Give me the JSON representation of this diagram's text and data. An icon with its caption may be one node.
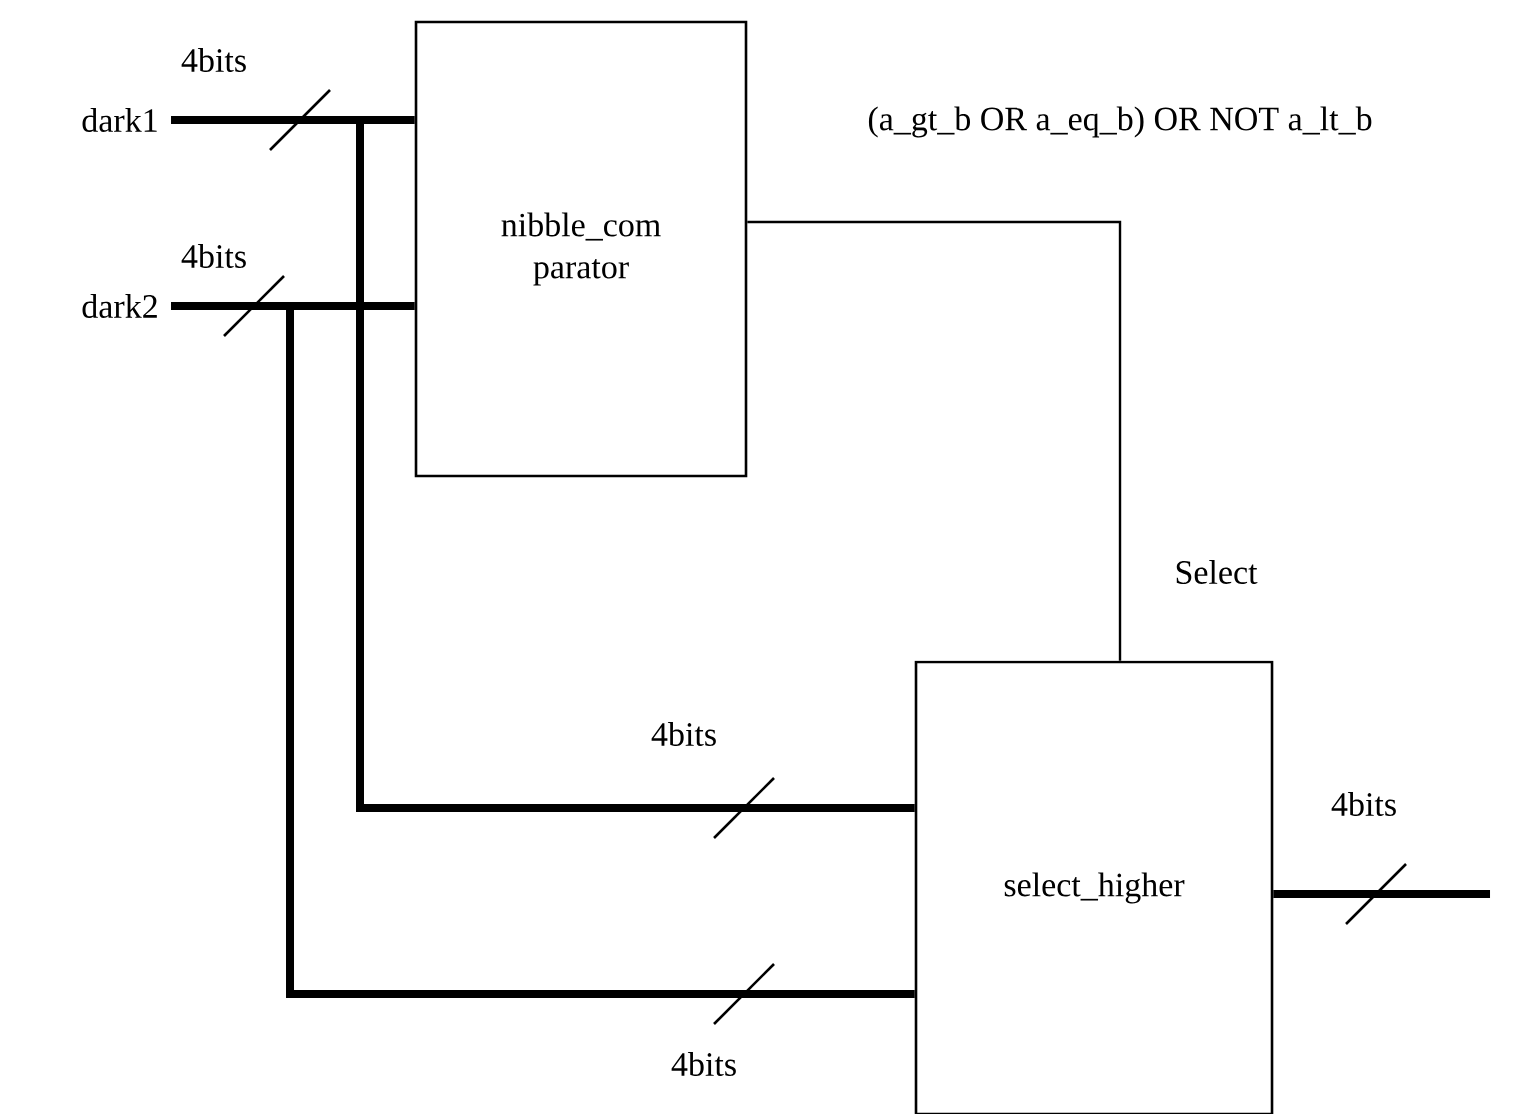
{
  "diagram": {
    "nodes": [
      {
        "text": [
          "dark1"
        ]
      },
      {
        "text": [
          "dark2"
        ]
      },
      {
        "text": [
          "nibble_com parator"
        ]
      },
      {
        "text": [
          "select_higher"
        ]
      }
    ],
    "edges": [
      {
        "from": 0,
        "to": 2,
        "arrow": "none"
      },
      {
        "from": 0,
        "to": 3,
        "arrow": "none"
      },
      {
        "from": 1,
        "to": 2,
        "arrow": "none"
      },
      {
        "from": 1,
        "to": 3,
        "arrow": "none"
      },
      {
        "from": 2,
        "to": 3,
        "arrow": "none",
        "label": "(a_gt_b OR a_eq_b) OR NOT a_lt_b"
      },
      {
        "from": 3,
        "to": null,
        "arrow": "none"
      }
    ],
    "labels": [
      "4bits",
      "4bits",
      "Select",
      "4bits",
      "4bits",
      "4bits"
    ]
  }
}
